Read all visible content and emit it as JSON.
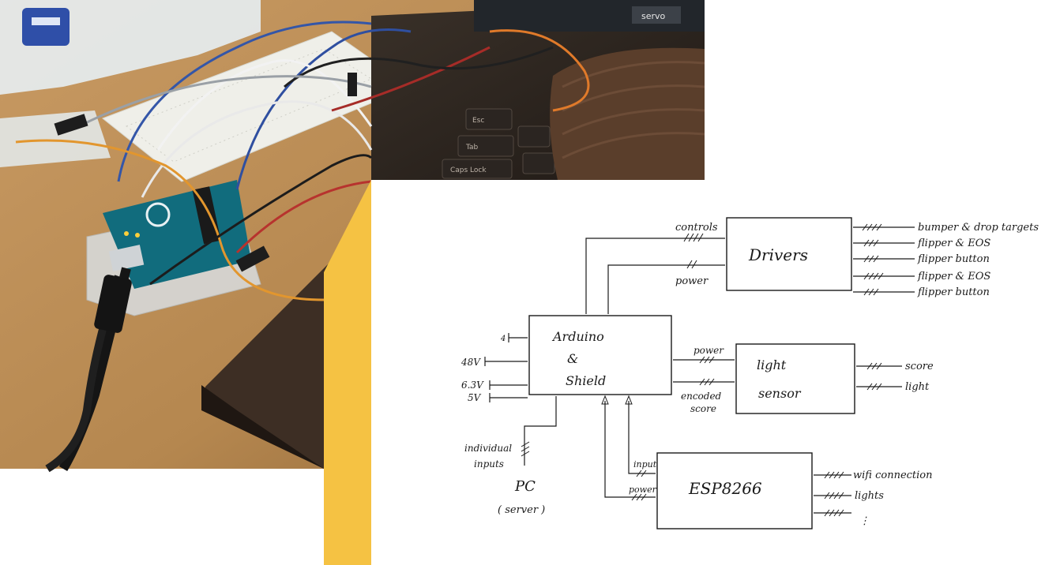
{
  "colors": {
    "accent_yellow": "#f5c243",
    "paper": "#ffffff",
    "ink": "#1a1a1a"
  },
  "photo": {
    "tab_label": "servo",
    "keys": [
      "Esc",
      "Tab",
      "Caps Lock"
    ]
  },
  "diagram": {
    "drivers": {
      "label": "Drivers",
      "in_controls": "controls",
      "in_power": "power"
    },
    "drivers_outputs": [
      "bumper & drop targets",
      "flipper & EOS",
      "flipper button",
      "flipper & EOS",
      "flipper button"
    ],
    "arduino": {
      "line1": "Arduino",
      "line2": "&",
      "line3": "Shield"
    },
    "arduino_inputs": [
      "4",
      "48V",
      "6.3V",
      "5V"
    ],
    "light_sensor": {
      "line1": "light",
      "line2": "sensor",
      "in_power": "power",
      "in_encoded1": "encoded",
      "in_encoded2": "score"
    },
    "light_outputs": [
      "score",
      "light"
    ],
    "esp": {
      "label": "ESP8266",
      "in_input": "input",
      "in_power": "power"
    },
    "esp_outputs": [
      "wifi connection",
      "lights",
      "⋮"
    ],
    "pc": {
      "label": "PC",
      "sub": "( server )",
      "inputs1": "individual",
      "inputs2": "inputs"
    }
  }
}
